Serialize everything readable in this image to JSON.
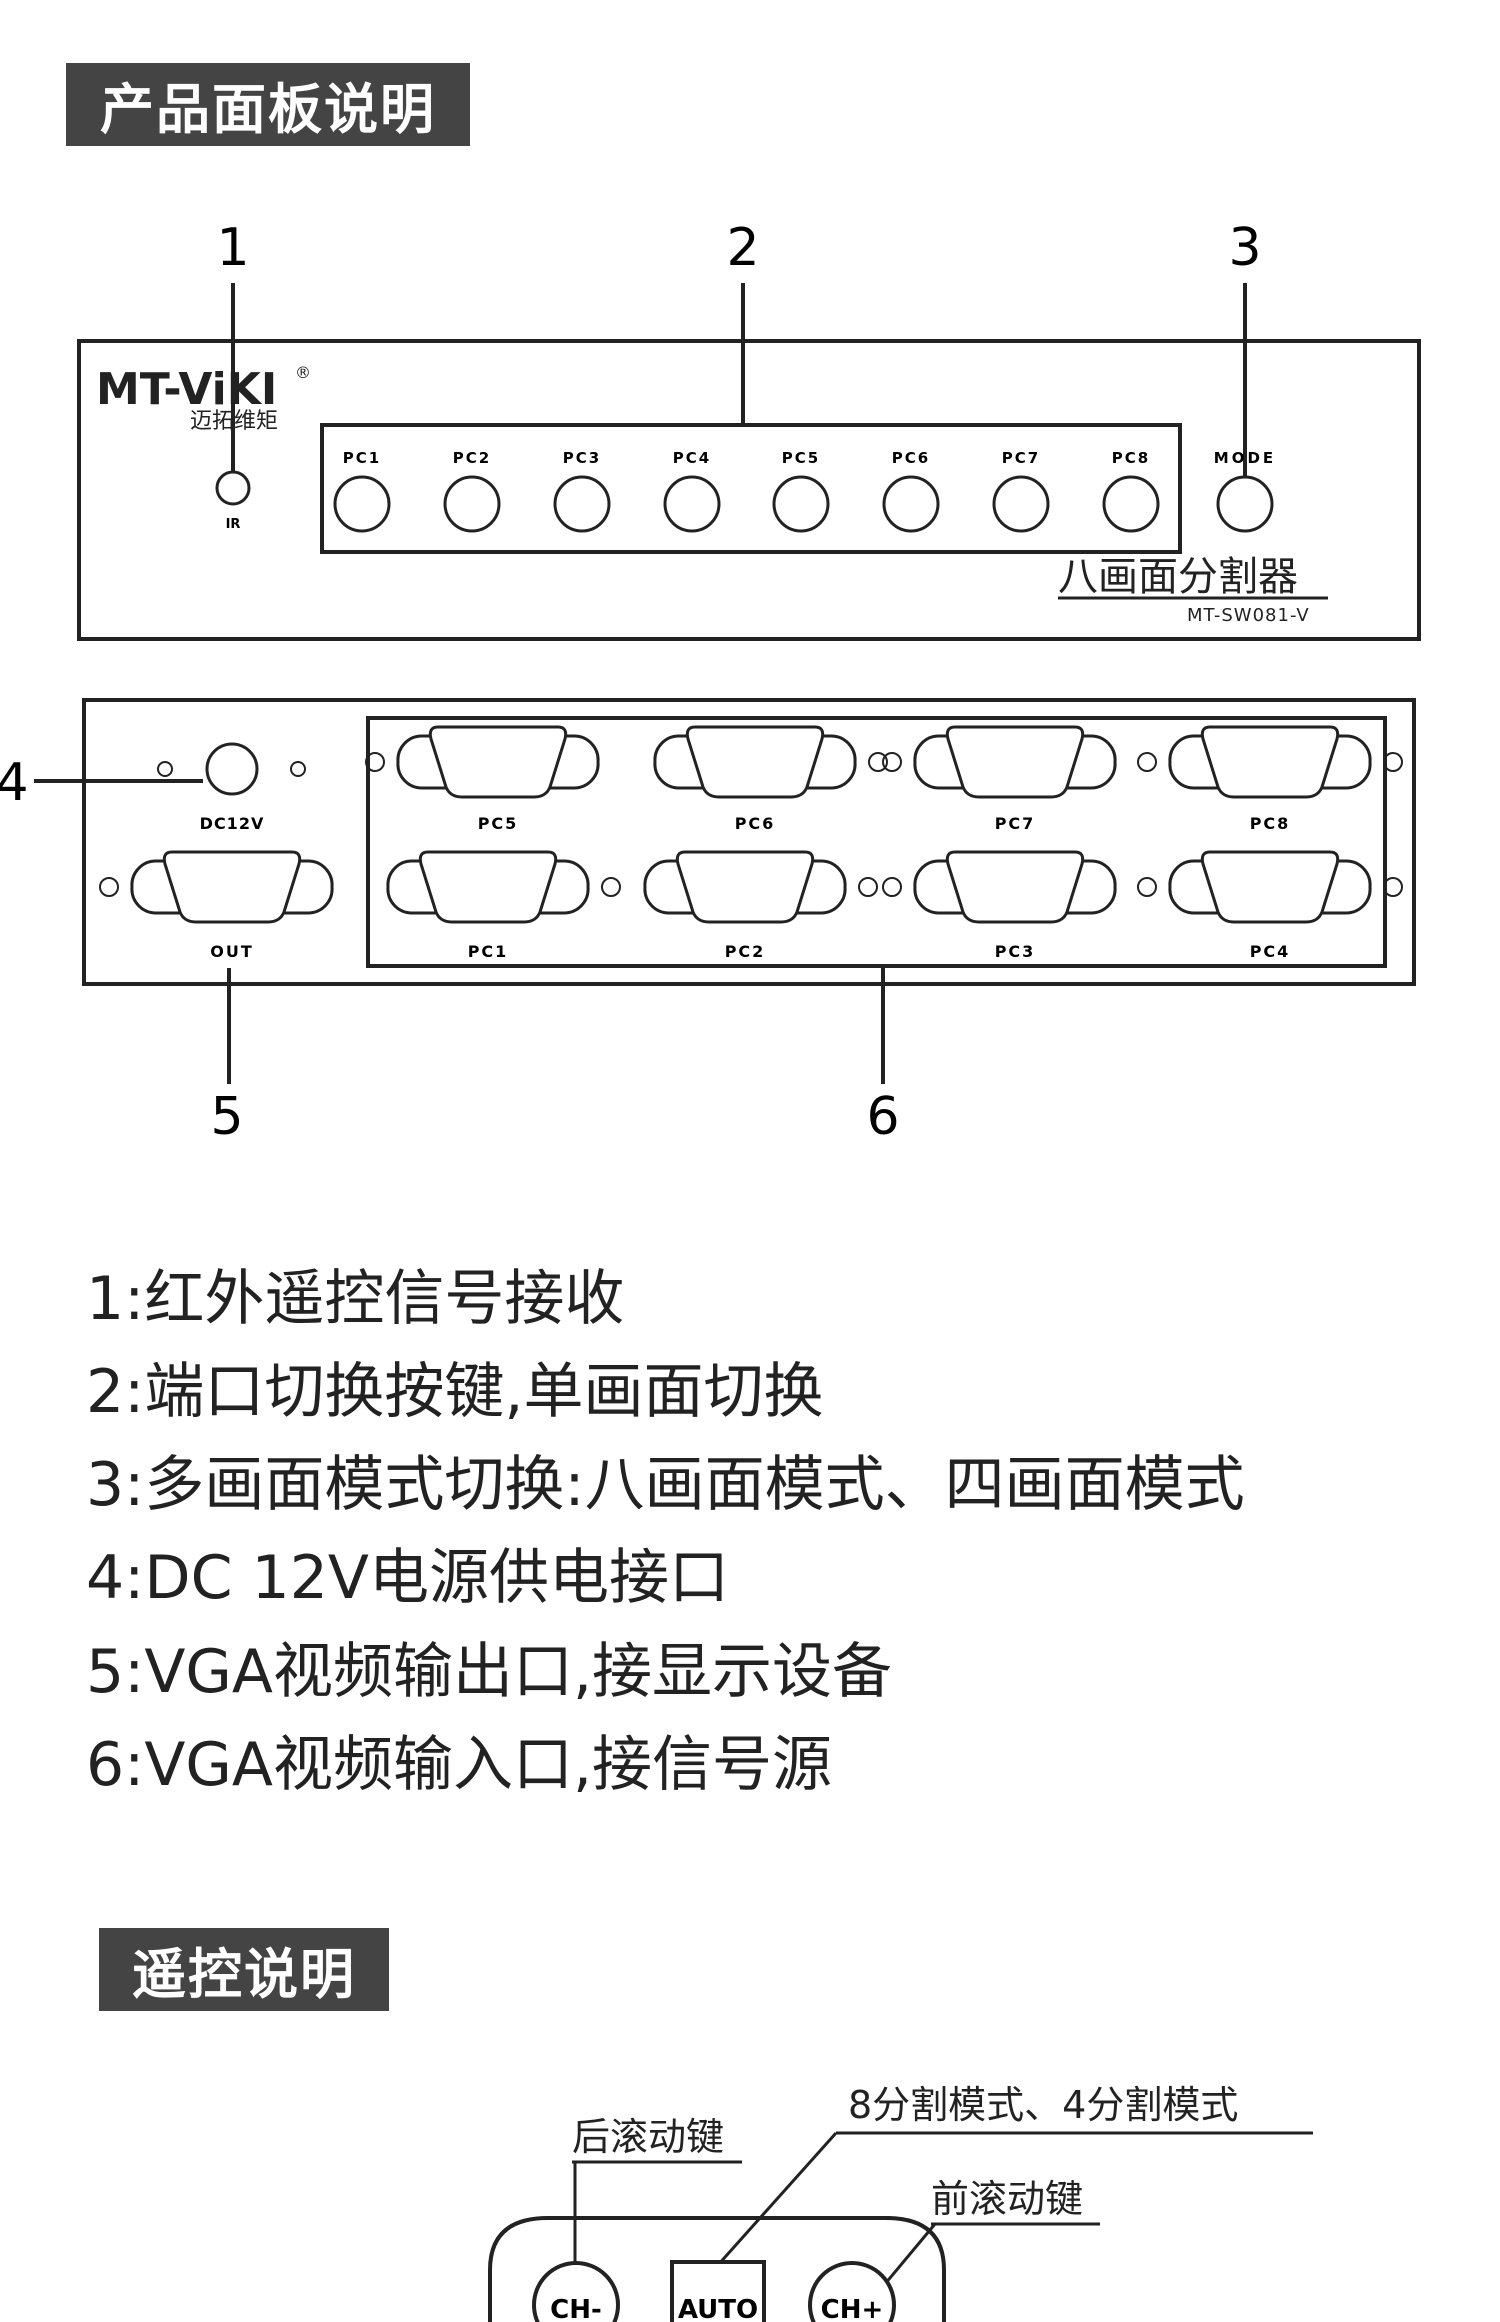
{
  "section1": {
    "title": "产品面板说明"
  },
  "front_panel": {
    "brand": "MT-ViKI",
    "registered": "®",
    "brand_cn": "迈拓维矩",
    "ir_label": "IR",
    "port_buttons": [
      "PC1",
      "PC2",
      "PC3",
      "PC4",
      "PC5",
      "PC6",
      "PC7",
      "PC8"
    ],
    "mode_label": "MODE",
    "product_name": "八画面分割器",
    "model": "MT-SW081-V"
  },
  "back_panel": {
    "power_label": "DC12V",
    "out_label": "OUT",
    "inputs_top": [
      "PC5",
      "PC6",
      "PC7",
      "PC8"
    ],
    "inputs_bottom": [
      "PC1",
      "PC2",
      "PC3",
      "PC4"
    ]
  },
  "callouts": [
    "1",
    "2",
    "3",
    "4",
    "5",
    "6"
  ],
  "descriptions": [
    "1:红外遥控信号接收",
    "2:端口切换按键,单画面切换",
    "3:多画面模式切换:八画面模式、四画面模式",
    "4:DC 12V电源供电接口",
    "5:VGA视频输出口,接显示设备",
    "6:VGA视频输入口,接信号源"
  ],
  "section2": {
    "title": "遥控说明"
  },
  "remote": {
    "label_back": "后滚动键",
    "label_mode": "8分割模式、4分割模式",
    "label_forward": "前滚动键",
    "btn_ch_minus": "CH-",
    "btn_auto": "AUTO",
    "btn_ch_plus": "CH+"
  }
}
